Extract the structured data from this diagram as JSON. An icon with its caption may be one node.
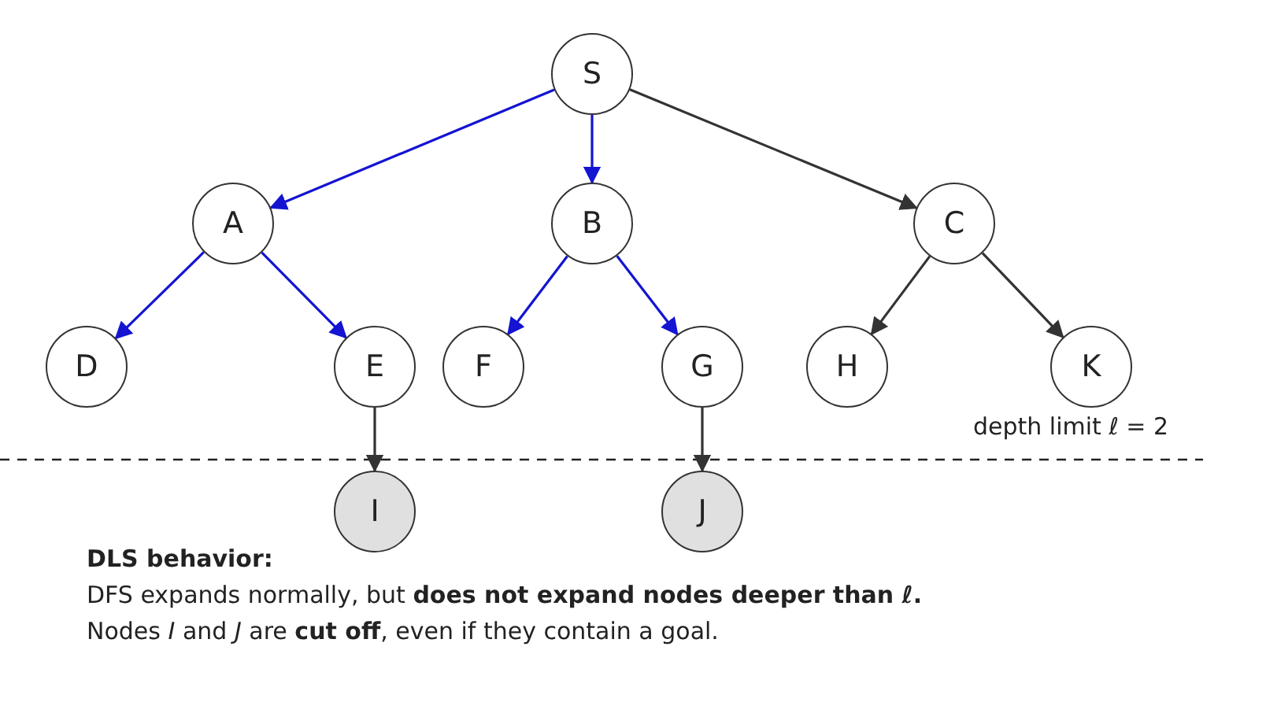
{
  "diagram": {
    "nodes": [
      {
        "text": [
          "S"
        ]
      },
      {
        "text": [
          "A"
        ]
      },
      {
        "text": [
          "B"
        ]
      },
      {
        "text": [
          "C"
        ]
      },
      {
        "text": [
          "D"
        ]
      },
      {
        "text": [
          "E"
        ]
      },
      {
        "text": [
          "F"
        ]
      },
      {
        "text": [
          "G"
        ]
      },
      {
        "text": [
          "H"
        ]
      },
      {
        "text": [
          "K"
        ]
      },
      {
        "text": [
          "I"
        ]
      },
      {
        "text": [
          "J"
        ]
      }
    ],
    "edges": [
      {
        "from": 0,
        "to": 1,
        "arrow": "to"
      },
      {
        "from": 0,
        "to": 2,
        "arrow": "to"
      },
      {
        "from": 0,
        "to": 3,
        "arrow": "to",
        "color": "#333333"
      },
      {
        "from": 1,
        "to": 4,
        "arrow": "to"
      },
      {
        "from": 1,
        "to": 5,
        "arrow": "to"
      },
      {
        "from": 2,
        "to": 6,
        "arrow": "to"
      },
      {
        "from": 2,
        "to": 7,
        "arrow": "to"
      },
      {
        "from": 3,
        "to": 8,
        "arrow": "to",
        "color": "#333333"
      },
      {
        "from": 3,
        "to": 9,
        "arrow": "to",
        "color": "#333333"
      },
      {
        "from": 5,
        "to": 10,
        "arrow": "to",
        "color": "#333333"
      },
      {
        "from": 7,
        "to": 11,
        "arrow": "to",
        "color": "#333333"
      }
    ],
    "labels": [
      "depth limit ℓ = 2",
      "DLS behavior:",
      "DFS expands normally, but **does not expand nodes deeper than ℓ.**",
      "Nodes *I* and *J* are **cut off**, even if they contain a goal."
    ]
  }
}
